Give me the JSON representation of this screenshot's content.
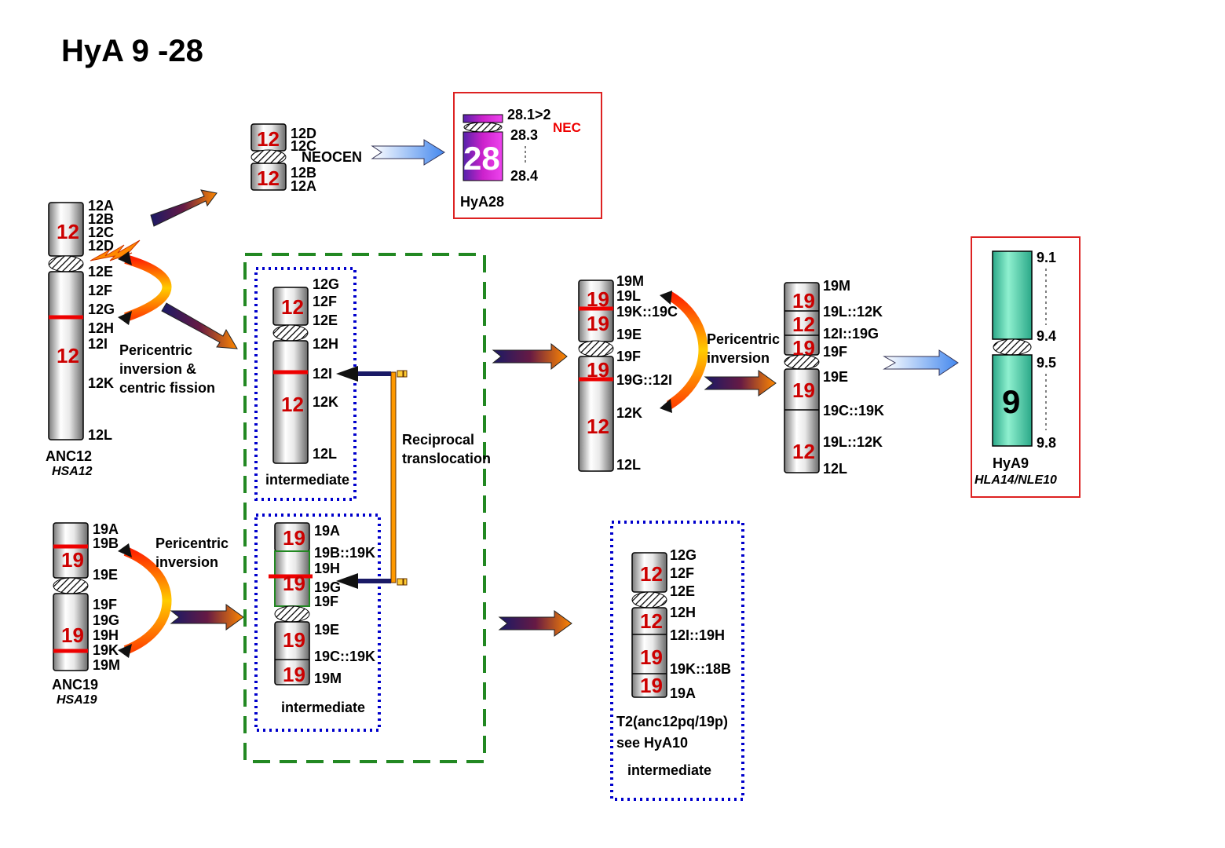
{
  "title": "HyA 9 -28",
  "anc12": {
    "name": "ANC12",
    "sub": "HSA12",
    "num_top": "12",
    "num_bottom": "12",
    "bands": [
      "12A",
      "12B",
      "12C",
      "12D",
      "12E",
      "12F",
      "12G",
      "12H",
      "12I",
      "12K",
      "12L"
    ]
  },
  "anc19": {
    "name": "ANC19",
    "sub": "HSA19",
    "num_top": "19",
    "num_bottom": "19",
    "bands": [
      "19A",
      "19B",
      "19E",
      "19F",
      "19G",
      "19H",
      "19K",
      "19M"
    ]
  },
  "labels": {
    "pericentric_fission": [
      "Pericentric",
      "inversion &",
      "centric fission"
    ],
    "pericentric_19": [
      "Pericentric",
      "inversion"
    ],
    "reciprocal": [
      "Reciprocal",
      "translocation"
    ],
    "pericentric_mid": [
      "Pericentric",
      "inversion"
    ],
    "intermediate": "intermediate"
  },
  "neocen": {
    "num_top": "12",
    "num_bottom": "12",
    "label": "NEOCEN",
    "bands": [
      "12D",
      "12C",
      "12B",
      "12A"
    ]
  },
  "hya28": {
    "name": "HyA28",
    "num": "28",
    "nec": "NEC",
    "bands": [
      "28.1>2",
      "28.3",
      "28.4"
    ],
    "color": "#cc22cc"
  },
  "int1": {
    "nums": [
      "12",
      "12"
    ],
    "bands": [
      "12G",
      "12F",
      "12E",
      "12H",
      "12I",
      "12K",
      "12L"
    ],
    "label": "intermediate"
  },
  "int2": {
    "nums": [
      "19",
      "19",
      "19",
      "19"
    ],
    "bands": [
      "19A",
      "19B::19K",
      "19H",
      "19G",
      "19F",
      "19E",
      "19C::19K",
      "19M"
    ],
    "label": "intermediate"
  },
  "mid1": {
    "nums": [
      "19",
      "19",
      "19",
      "12"
    ],
    "bands": [
      "19M",
      "19L",
      "19K::19C",
      "19E",
      "19F",
      "19G::12I",
      "12K",
      "12L"
    ]
  },
  "mid2": {
    "nums": [
      "19",
      "12",
      "19",
      "19",
      "12"
    ],
    "bands": [
      "19M",
      "19L::12K",
      "12I::19G",
      "19F",
      "19E",
      "19C::19K",
      "19L::12K",
      "12L"
    ]
  },
  "t2": {
    "nums": [
      "12",
      "12",
      "19",
      "19"
    ],
    "bands": [
      "12G",
      "12F",
      "12E",
      "12H",
      "12I::19H",
      "19K::18B",
      "19A"
    ],
    "caption": [
      "T2(anc12pq/19p)",
      "see HyA10"
    ],
    "label": "intermediate"
  },
  "hya9": {
    "name": "HyA9",
    "sub": "HLA14/NLE10",
    "num": "9",
    "bands": [
      "9.1",
      "9.4",
      "9.5",
      "9.8"
    ],
    "color": "#44ddaa"
  },
  "colors": {
    "number_red": "#cc0000",
    "box_red": "#dd2222",
    "green_dash": "#228822",
    "blue_dot": "#0000cc",
    "break_red": "#ee0000"
  }
}
